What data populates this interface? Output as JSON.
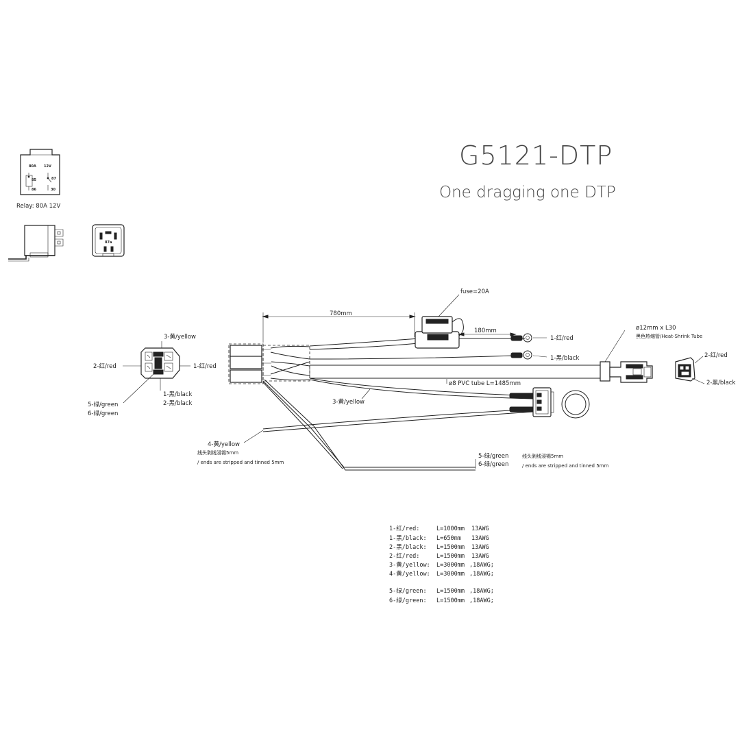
{
  "title": "G5121-DTP",
  "subtitle": "One dragging one DTP",
  "relay": {
    "caption": "Relay: 80A 12V",
    "rating_a": "80A",
    "rating_v": "12V",
    "pin_labels": [
      "30",
      "87",
      "85",
      "86",
      "87a"
    ]
  },
  "labels": {
    "dim_780": "780mm",
    "dim_180": "180mm",
    "fuse": "fuse=20A",
    "pvc_tube": "ø8 PVC tube L=1485mm",
    "heat_shrink_1": "ø12mm x L30",
    "heat_shrink_2": "黑色热缩管/Heat-Shrink Tube",
    "relay_top": "3-黄/yellow",
    "relay_left": "2-红/red",
    "relay_right": "1-红/red",
    "relay_bottom_1": "1-黑/black",
    "relay_bottom_2": "2-黑/black",
    "relay_green_5": "5-绿/green",
    "relay_green_6": "6-绿/green",
    "ring_red": "1-红/red",
    "ring_black": "1-黑/black",
    "conn_red": "2-红/red",
    "conn_black": "2-黑/black",
    "yellow_3": "3-黄/yellow",
    "yellow_4": "4-黄/yellow",
    "strip_cn_left": "线头剥线浸锡5mm",
    "strip_en_left": "/ ends are stripped and tinned 5mm",
    "green_5": "5-绿/green",
    "green_6": "6-绿/green",
    "strip_cn_right": "线头剥线浸锡5mm",
    "strip_en_right": "/ ends are stripped and tinned 5mm"
  },
  "spec_table": [
    {
      "wire": "1-红/red:",
      "length": "L=1000mm",
      "gauge": "13AWG"
    },
    {
      "wire": "1-黑/black:",
      "length": "L=650mm",
      "gauge": "13AWG"
    },
    {
      "wire": "2-黑/black:",
      "length": "L=1500mm",
      "gauge": "13AWG"
    },
    {
      "wire": "2-红/red:",
      "length": "L=1500mm",
      "gauge": "13AWG"
    },
    {
      "wire": "3-黄/yellow:",
      "length": "L=3000mm",
      "gauge": ",18AWG;"
    },
    {
      "wire": "4-黄/yellow:",
      "length": "L=3000mm",
      "gauge": ",18AWG;"
    },
    {
      "wire": "5-绿/green:",
      "length": "L=1500mm",
      "gauge": ",18AWG;"
    },
    {
      "wire": "6-绿/green:",
      "length": "L=1500mm",
      "gauge": ",18AWG;"
    }
  ]
}
